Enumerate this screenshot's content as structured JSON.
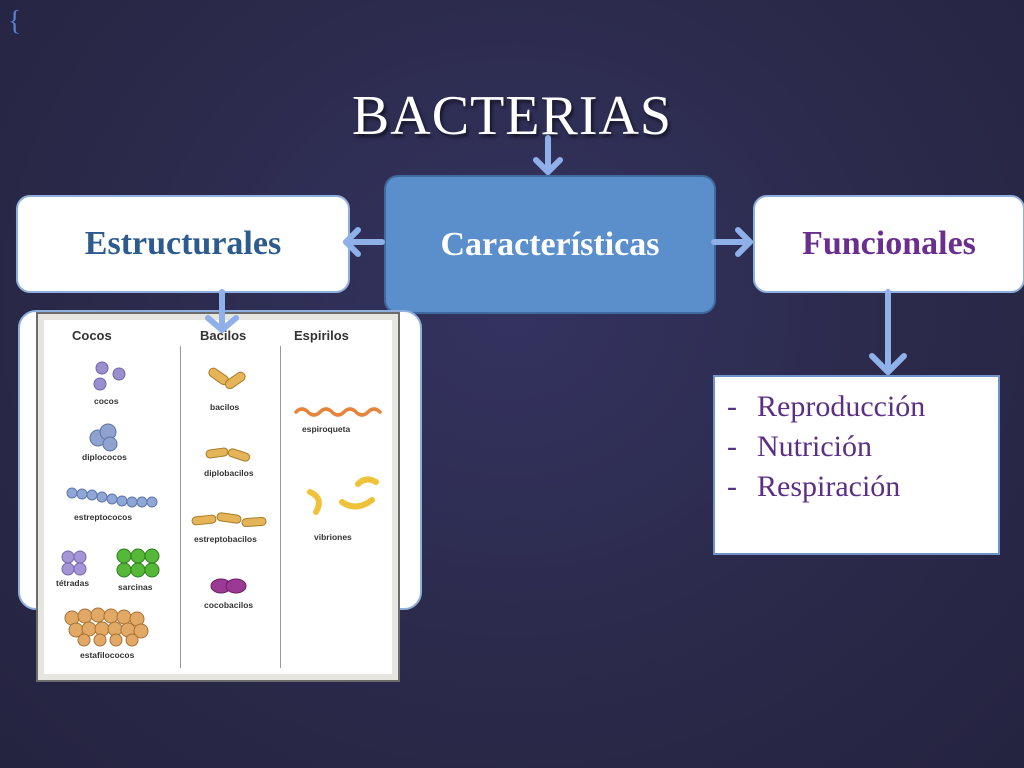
{
  "title": "BACTERIAS",
  "center_box": "Características",
  "left_box": "Estructurales",
  "right_box": "Funcionales",
  "functional_list": [
    "Reproducción",
    "Nutrición",
    "Respiración"
  ],
  "list_marker": "-",
  "figure": {
    "columns": [
      "Cocos",
      "Bacilos",
      "Espirilos"
    ],
    "labels": {
      "cocos": "cocos",
      "diplococos": "diplococos",
      "estreptococos": "estreptococos",
      "tetradas": "tétradas",
      "sarcinas": "sarcinas",
      "estafilococos": "estafilococos",
      "bacilos": "bacilos",
      "diplobacilos": "diplobacilos",
      "estreptobacilos": "estreptobacilos",
      "cocobacilos": "cocobacilos",
      "espiroqueta": "espiroqueta",
      "vibriones": "vibriones"
    }
  },
  "colors": {
    "background": "#2b2a4d",
    "center_box": "#5b8fcb",
    "arrow": "#8fb0e8",
    "estructurales_text": "#2d5b8e",
    "funcionales_text": "#6a2f8e",
    "list_text": "#5a2f85"
  }
}
